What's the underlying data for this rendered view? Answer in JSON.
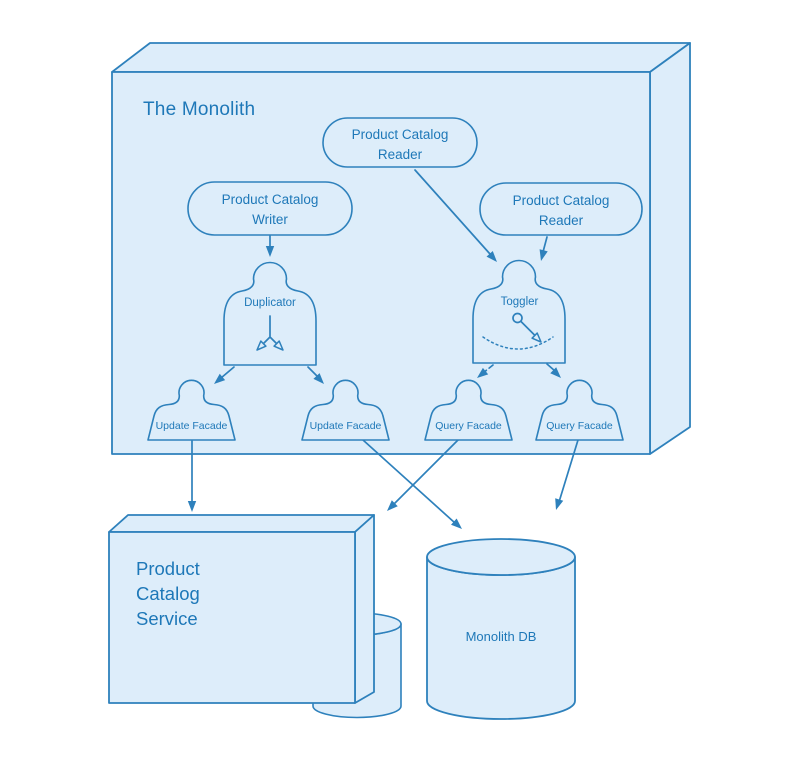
{
  "colors": {
    "stroke": "#2e81bc",
    "fill": "#ddedfa",
    "text": "#1e78b8",
    "background": "#ffffff"
  },
  "monolith": {
    "title": "The Monolith"
  },
  "nodes": {
    "reader_top": {
      "line1": "Product Catalog",
      "line2": "Reader"
    },
    "writer": {
      "line1": "Product Catalog",
      "line2": "Writer"
    },
    "reader_right": {
      "line1": "Product Catalog",
      "line2": "Reader"
    },
    "duplicator": {
      "label": "Duplicator"
    },
    "toggler": {
      "label": "Toggler"
    },
    "update_facade_1": {
      "label": "Update Facade"
    },
    "update_facade_2": {
      "label": "Update Facade"
    },
    "query_facade_1": {
      "label": "Query Facade"
    },
    "query_facade_2": {
      "label": "Query Facade"
    },
    "service": {
      "line1": "Product",
      "line2": "Catalog",
      "line3": "Service"
    },
    "monolith_db": {
      "label": "Monolith DB"
    }
  }
}
